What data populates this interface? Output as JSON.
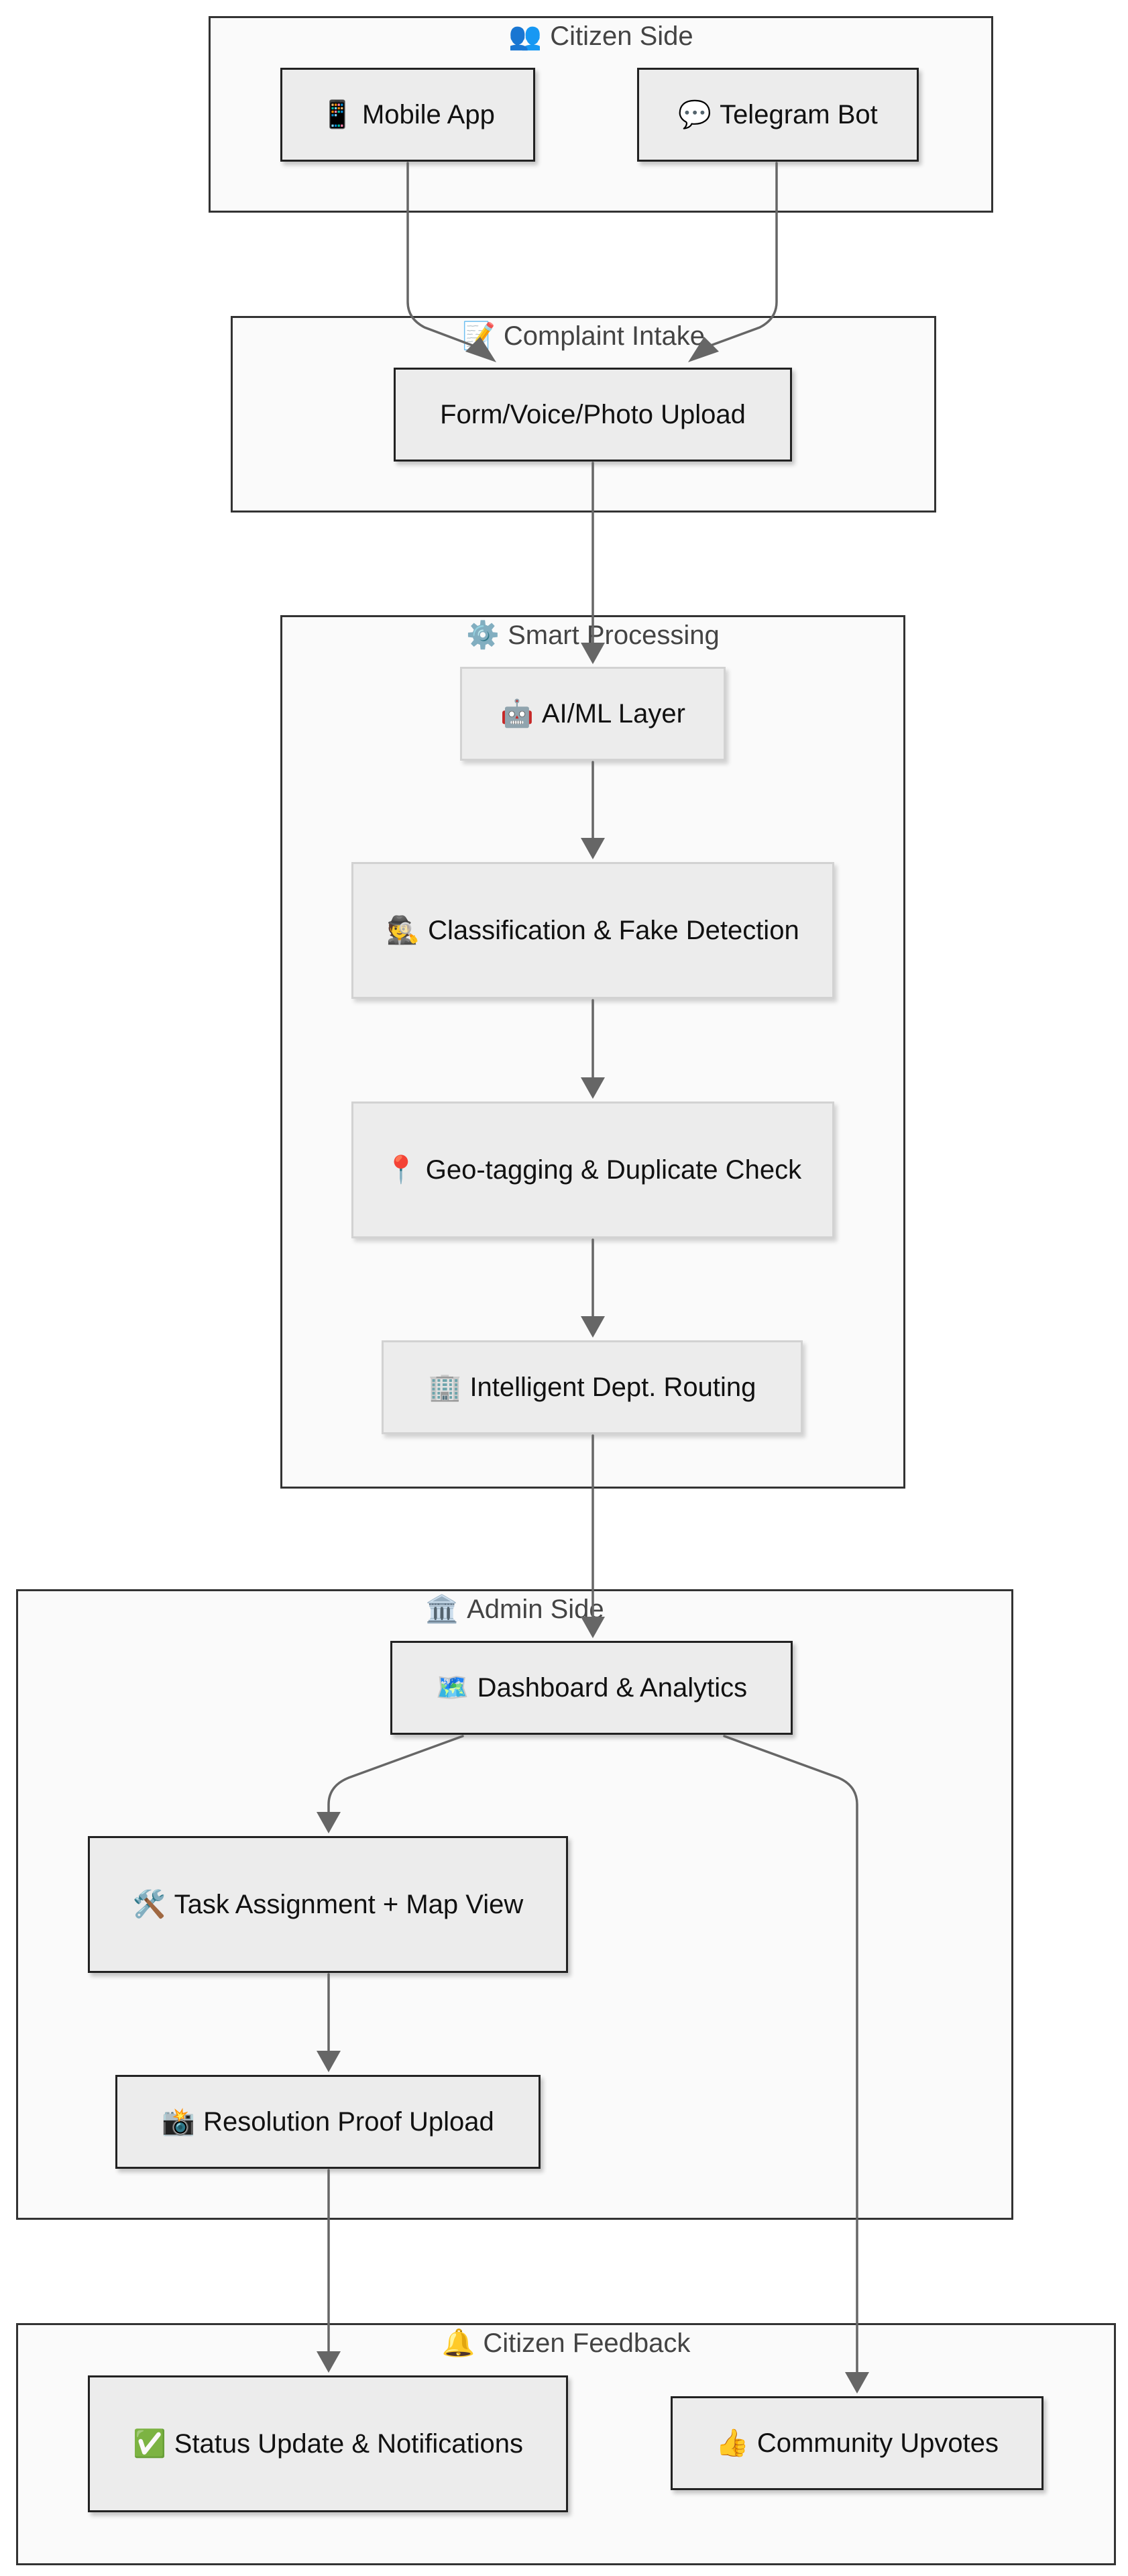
{
  "clusters": {
    "citizen_side": {
      "icon": "👥",
      "title": "Citizen Side"
    },
    "complaint_intake": {
      "icon": "📝",
      "title": "Complaint Intake"
    },
    "smart_processing": {
      "icon": "⚙️",
      "title": "Smart Processing"
    },
    "admin_side": {
      "icon": "🏛️",
      "title": "Admin Side"
    },
    "citizen_feedback": {
      "icon": "🔔",
      "title": "Citizen Feedback"
    }
  },
  "nodes": {
    "mobile_app": {
      "icon": "📱",
      "label": "Mobile App"
    },
    "telegram_bot": {
      "icon": "💬",
      "label": "Telegram Bot"
    },
    "upload": {
      "icon": "",
      "label": "Form/Voice/Photo Upload"
    },
    "ai_ml": {
      "icon": "🤖",
      "label": "AI/ML Layer"
    },
    "classification": {
      "icon": "🕵️",
      "label": "Classification & Fake Detection"
    },
    "geotag": {
      "icon": "📍",
      "label": "Geo-tagging & Duplicate Check"
    },
    "routing": {
      "icon": "🏢",
      "label": "Intelligent Dept. Routing"
    },
    "dashboard": {
      "icon": "🗺️",
      "label": "Dashboard & Analytics"
    },
    "task": {
      "icon": "🛠️",
      "label": "Task Assignment + Map View"
    },
    "proof": {
      "icon": "📸",
      "label": "Resolution Proof Upload"
    },
    "status": {
      "icon": "✅",
      "label": "Status Update & Notifications"
    },
    "upvotes": {
      "icon": "👍",
      "label": "Community Upvotes"
    }
  },
  "edges": [
    {
      "from": "mobile_app",
      "to": "upload"
    },
    {
      "from": "telegram_bot",
      "to": "upload"
    },
    {
      "from": "upload",
      "to": "ai_ml"
    },
    {
      "from": "ai_ml",
      "to": "classification"
    },
    {
      "from": "classification",
      "to": "geotag"
    },
    {
      "from": "geotag",
      "to": "routing"
    },
    {
      "from": "routing",
      "to": "dashboard"
    },
    {
      "from": "dashboard",
      "to": "task"
    },
    {
      "from": "dashboard",
      "to": "upvotes"
    },
    {
      "from": "task",
      "to": "proof"
    },
    {
      "from": "proof",
      "to": "status"
    }
  ],
  "colors": {
    "cluster_border": "#333333",
    "cluster_fill": "#fafafa",
    "node_fill": "#ececec",
    "edge": "#666666"
  }
}
